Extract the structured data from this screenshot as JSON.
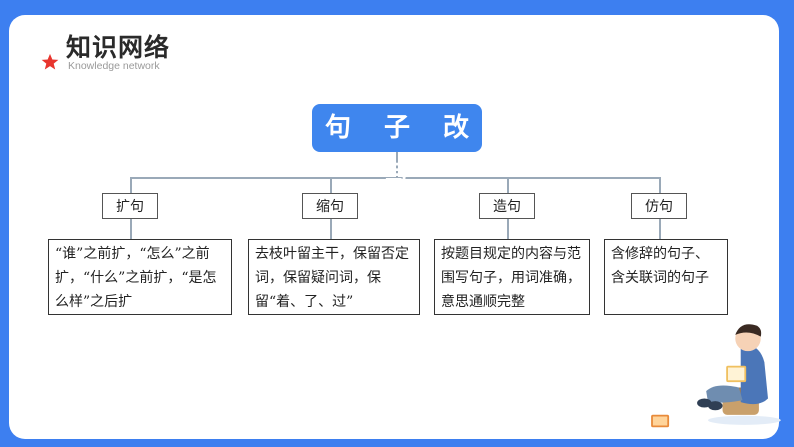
{
  "header": {
    "title": "知识网络",
    "subtitle": "Knowledge network",
    "icon": "star-icon"
  },
  "root": {
    "label": "句 子 改 写"
  },
  "branches": [
    {
      "label": "扩句",
      "description": "“谁”之前扩，“怎么”之前扩，“什么”之前扩，“是怎么样”之后扩"
    },
    {
      "label": "缩句",
      "description": "去枝叶留主干，保留否定词，保留疑问词，保留“着、了、过”"
    },
    {
      "label": "造句",
      "description": "按题目规定的内容与范围写句子，用词准确，意思通顺完整"
    },
    {
      "label": "仿句",
      "description": "含修辞的句子、含关联词的句子"
    }
  ],
  "colors": {
    "accent": "#3f86ee",
    "frame": "#3d7ff0",
    "star": "#e8352e"
  }
}
